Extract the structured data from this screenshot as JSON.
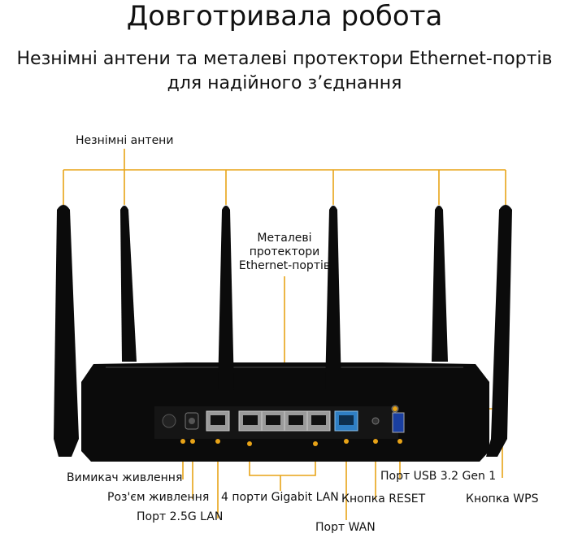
{
  "title": "Довготривала робота",
  "subtitle_line1": "Незнімні антени та металеві протектори Ethernet-портів",
  "subtitle_line2": "для надійного з’єднання",
  "colors": {
    "accent": "#e8a317",
    "router": "#0b0b0b",
    "wan_port": "#2f7fc4"
  },
  "labels": {
    "antennas": "Незнімні антени",
    "protectors": "Металеві протектори Ethernet-портів",
    "power_switch": "Вимикач живлення",
    "power_jack": "Роз'єм живлення",
    "port_25g": "Порт 2.5G LAN",
    "gigabit_lan": "4 порти Gigabit LAN",
    "wan_port": "Порт WAN",
    "reset_button": "Кнопка RESET",
    "usb_port": "Порт USB 3.2 Gen 1",
    "wps_button": "Кнопка WPS"
  }
}
